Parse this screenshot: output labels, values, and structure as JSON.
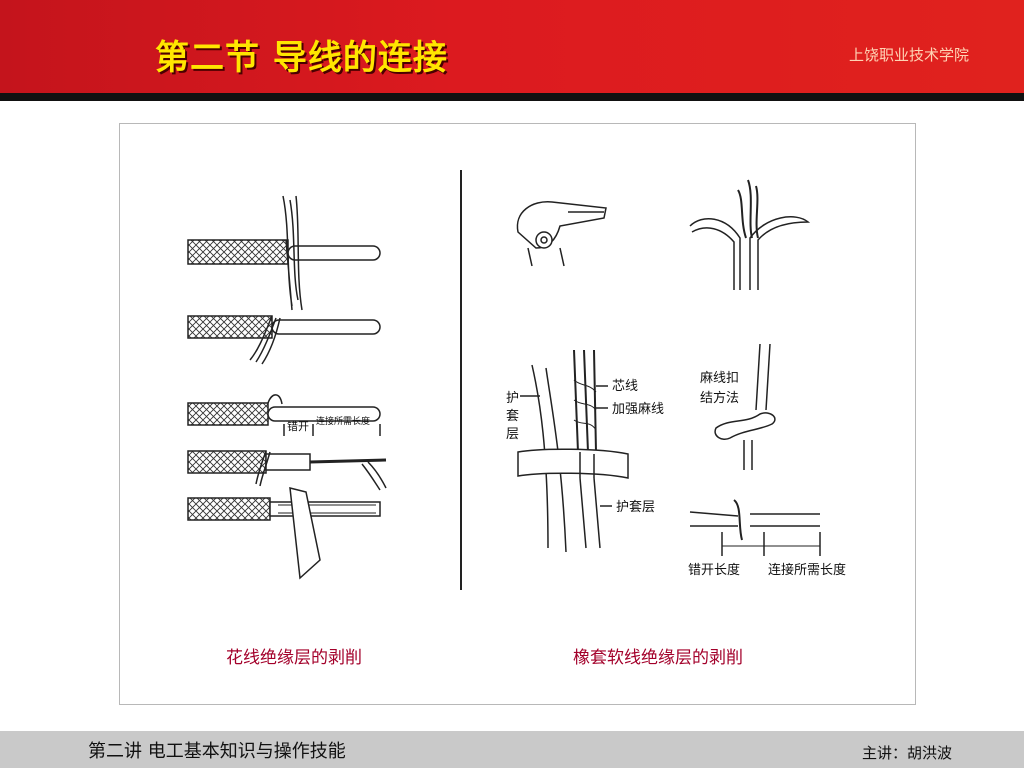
{
  "header": {
    "title": "第二节  导线的连接",
    "school": "上饶职业技术学院"
  },
  "figure_left": {
    "caption": "花线绝缘层的剥削",
    "label_stagger": "错开",
    "label_length": "连接所需长度"
  },
  "figure_right": {
    "caption": "橡套软线绝缘层的剥削",
    "label_core": "芯线",
    "label_hemp": "加强麻线",
    "label_sheath_v1": "护",
    "label_sheath_v2": "套",
    "label_sheath_v3": "层",
    "label_sheath": "护套层",
    "label_knot_1": "麻线扣",
    "label_knot_2": "结方法",
    "label_stagger_len": "错开长度",
    "label_length": "连接所需长度"
  },
  "footer": {
    "lecture": "第二讲  电工基本知识与操作技能",
    "lecturer": "主讲：胡洪波"
  }
}
